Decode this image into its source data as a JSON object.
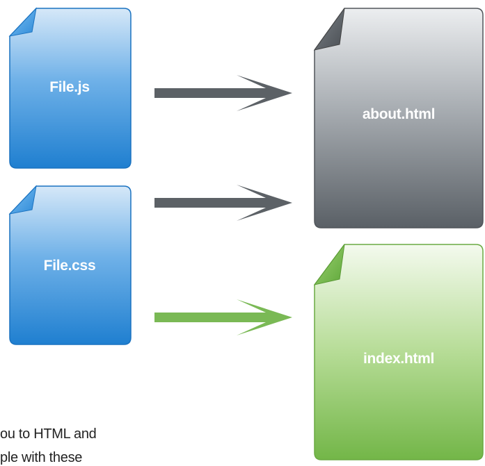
{
  "files": {
    "js_label": "File.js",
    "css_label": "File.css",
    "about_label": "about.html",
    "index_label": "index.html"
  },
  "caption": {
    "line1": "ou to HTML and",
    "line2": "ple with these"
  },
  "colors": {
    "source_blue_top": "#cfe3f6",
    "source_blue_bottom": "#1f7fd0",
    "gray_doc_top": "#e6e8ea",
    "gray_doc_bottom": "#5a6066",
    "green_doc_top": "#f2f9ea",
    "green_doc_bottom": "#74b84a",
    "arrow_gray": "#5c6166",
    "arrow_green": "#7ab955"
  }
}
